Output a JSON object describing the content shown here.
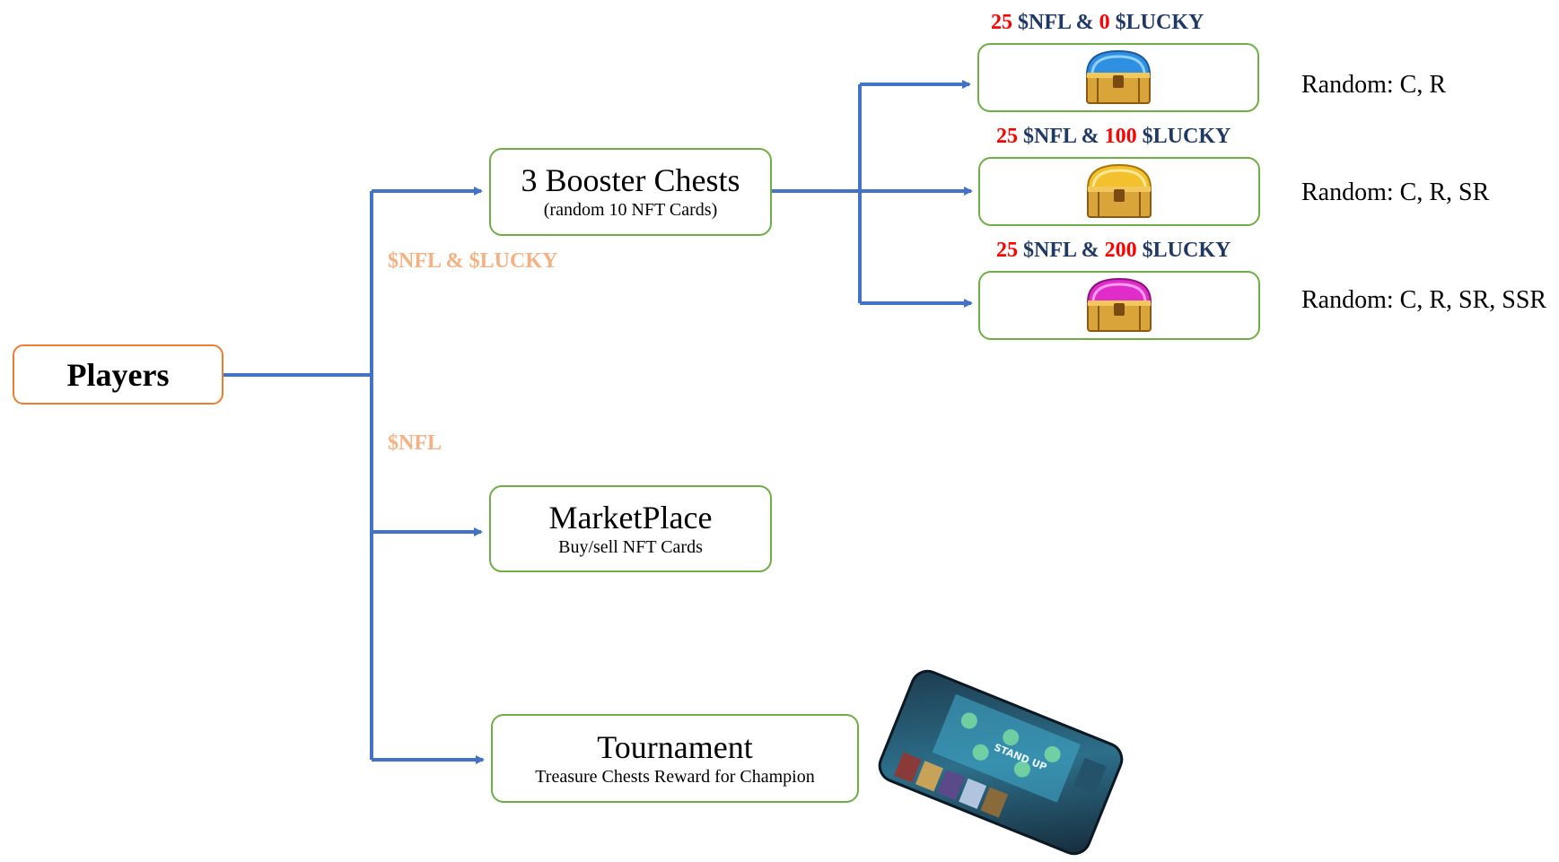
{
  "colors": {
    "connector": "#4472c4",
    "box_border_green": "#70ad47",
    "box_border_orange": "#ed7d31",
    "edge_label": "#f4b183",
    "price_amount": "#ff0000",
    "price_token": "#1f3864"
  },
  "players": {
    "label": "Players"
  },
  "edge_labels": {
    "nfl_lucky": "$NFL & $LUCKY",
    "nfl": "$NFL"
  },
  "booster": {
    "title": "3 Booster Chests",
    "subtitle": "(random 10 NFT Cards)"
  },
  "marketplace": {
    "title": "MarketPlace",
    "subtitle": "Buy/sell NFT Cards"
  },
  "tournament": {
    "title": "Tournament",
    "subtitle": "Treasure Chests Reward for Champion"
  },
  "chests": [
    {
      "nfl_amount": "25",
      "nfl_token": "$NFL &",
      "lucky_amount": "0",
      "lucky_token": "$LUCKY",
      "rarity": "Random: C, R",
      "icon": "blue-chest-icon"
    },
    {
      "nfl_amount": "25",
      "nfl_token": "$NFL &",
      "lucky_amount": "100",
      "lucky_token": "$LUCKY",
      "rarity": "Random: C, R, SR",
      "icon": "gold-chest-icon"
    },
    {
      "nfl_amount": "25",
      "nfl_token": "$NFL &",
      "lucky_amount": "200",
      "lucky_token": "$LUCKY",
      "rarity": "Random: C, R, SR, SSR",
      "icon": "pink-chest-icon"
    }
  ],
  "game_image": {
    "icon": "card-game-board-image",
    "caption": "STAND UP"
  }
}
